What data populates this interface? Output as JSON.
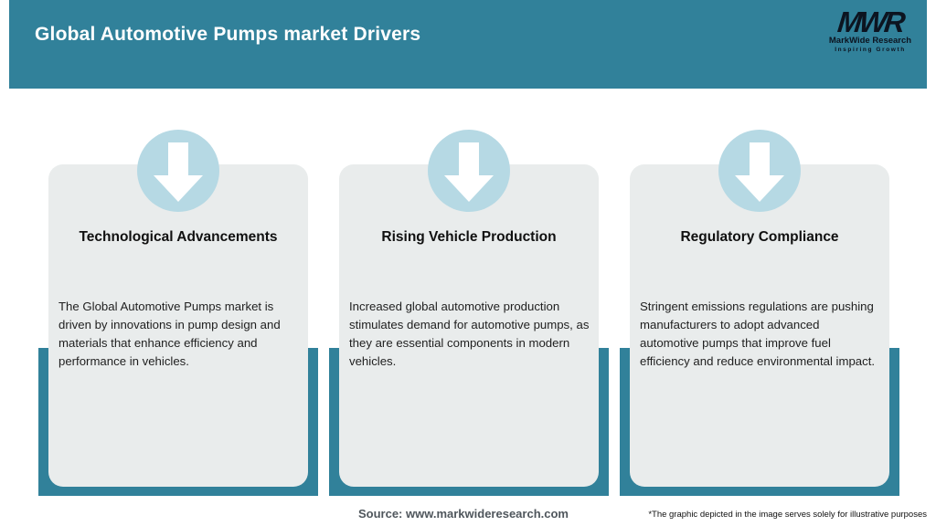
{
  "header": {
    "title": "Global Automotive Pumps market Drivers",
    "logo": {
      "monogram": "MWR",
      "name": "MarkWide Research",
      "tagline": "Inspiring Growth"
    }
  },
  "drivers": [
    {
      "icon": "down-arrow-icon",
      "title": "Technological Advancements",
      "description": "The Global Automotive Pumps market is driven by innovations in pump design and materials that enhance efficiency and performance in vehicles."
    },
    {
      "icon": "down-arrow-icon",
      "title": "Rising Vehicle Production",
      "description": "Increased global automotive production stimulates demand for automotive pumps, as they are essential components in modern vehicles."
    },
    {
      "icon": "down-arrow-icon",
      "title": "Regulatory Compliance",
      "description": "Stringent emissions regulations are pushing manufacturers to adopt advanced automotive pumps that improve fuel efficiency and reduce environmental impact."
    }
  ],
  "footer": {
    "source": "Source: www.markwideresearch.com",
    "disclaimer": "*The graphic depicted in the image serves solely for illustrative purposes"
  },
  "colors": {
    "teal": "#31819A",
    "card_bg": "#E9ECEC",
    "circle_bg": "#B6D9E4",
    "header_text": "#FFFFFF",
    "logo_ink": "#0C1420",
    "source_text": "#4F565C"
  }
}
